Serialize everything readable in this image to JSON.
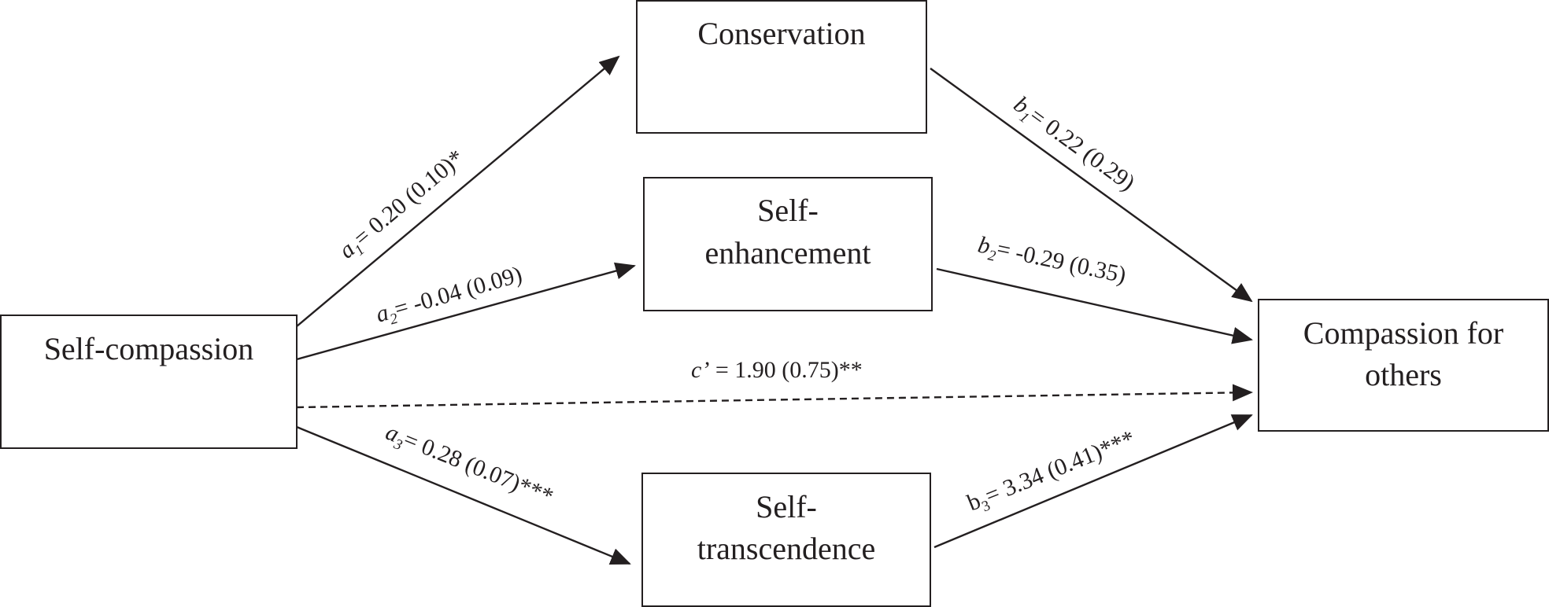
{
  "nodes": {
    "self_compassion": {
      "lines": [
        "Self-compassion"
      ]
    },
    "conservation": {
      "lines": [
        "Conservation"
      ]
    },
    "self_enhancement": {
      "lines": [
        "Self-",
        "enhancement"
      ]
    },
    "self_transcendence": {
      "lines": [
        "Self-",
        "transcendence"
      ]
    },
    "compassion_for_others": {
      "lines": [
        "Compassion for",
        "others"
      ]
    }
  },
  "paths": {
    "a1": {
      "symbol": "a",
      "subscript": "1",
      "text": "= 0.20 (0.10)*"
    },
    "a2": {
      "symbol": "a",
      "subscript": "2",
      "text": "= -0.04 (0.09)"
    },
    "a3": {
      "symbol": "a",
      "subscript": "3",
      "text": "= 0.28 (0.07)***"
    },
    "b1": {
      "symbol": "b",
      "subscript": "1",
      "text": "= 0.22 (0.29)"
    },
    "b2": {
      "symbol": "b",
      "subscript": "2",
      "text": "= -0.29 (0.35)"
    },
    "b3": {
      "symbol": "b",
      "subscript": "3",
      "text": "= 3.34 (0.41)***"
    },
    "c_prime": {
      "symbol": "c’",
      "text": " = 1.90 (0.75)**"
    }
  },
  "colors": {
    "ink": "#231f20",
    "background": "#ffffff"
  }
}
